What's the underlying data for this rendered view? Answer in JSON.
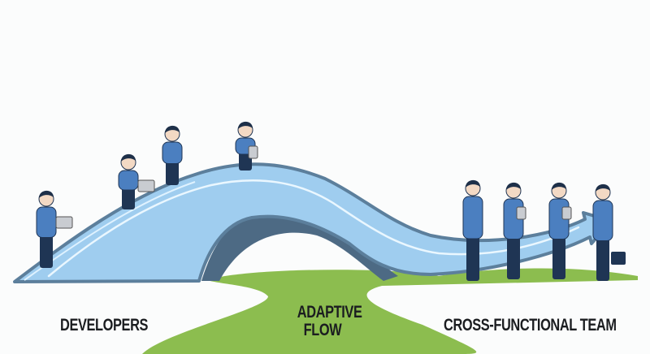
{
  "labels": {
    "developers": "DEVELOPERS",
    "flow_line1": "ADAPTIVE",
    "flow_line2": "FLOW",
    "team": "CROSS-FUNCTIONAL TEAM"
  },
  "colors": {
    "grass": "#8cbd4f",
    "bridge_fill": "#9fcdef",
    "bridge_edge": "#5c7f9c",
    "glow": "#e8f6ff",
    "shirt": "#4b7fc0",
    "pants": "#1f3554",
    "skin": "#f3d9c4",
    "hair": "#1e3049"
  }
}
